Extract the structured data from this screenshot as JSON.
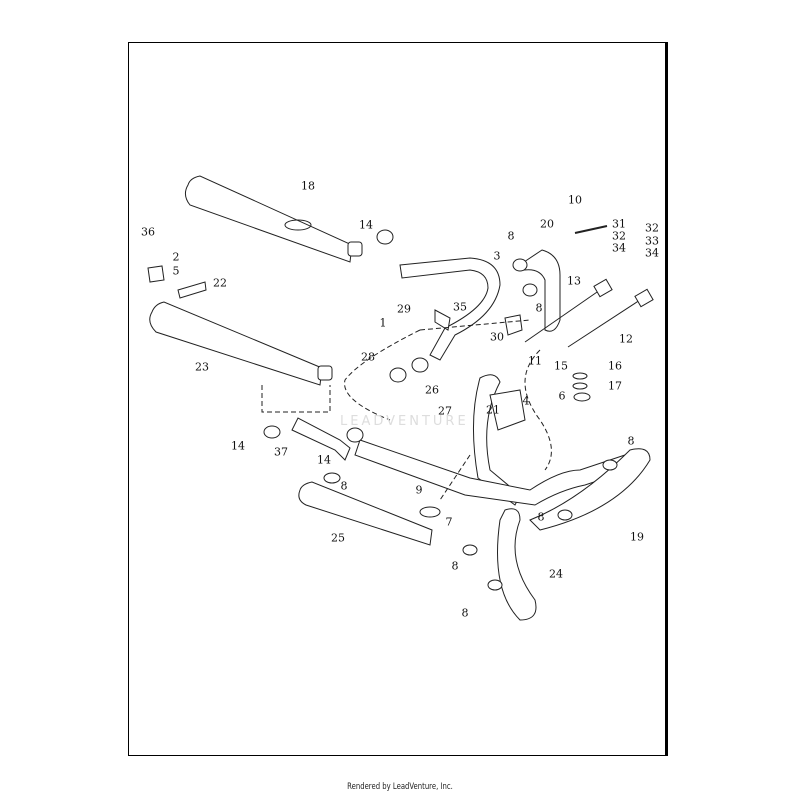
{
  "diagram": {
    "title": "Exhaust system parts diagram",
    "watermark": "LEADVENTURE",
    "callouts": [
      "18",
      "14",
      "36",
      "2",
      "5",
      "22",
      "10",
      "31",
      "32",
      "34",
      "32",
      "33",
      "34",
      "20",
      "8",
      "3",
      "8",
      "13",
      "35",
      "29",
      "1",
      "30",
      "12",
      "11",
      "15",
      "16",
      "17",
      "6",
      "4",
      "23",
      "28",
      "26",
      "27",
      "21",
      "14",
      "37",
      "14",
      "8",
      "8",
      "9",
      "7",
      "8",
      "19",
      "25",
      "8",
      "24",
      "8"
    ]
  },
  "footer": {
    "text": "Rendered by LeadVenture, Inc."
  }
}
